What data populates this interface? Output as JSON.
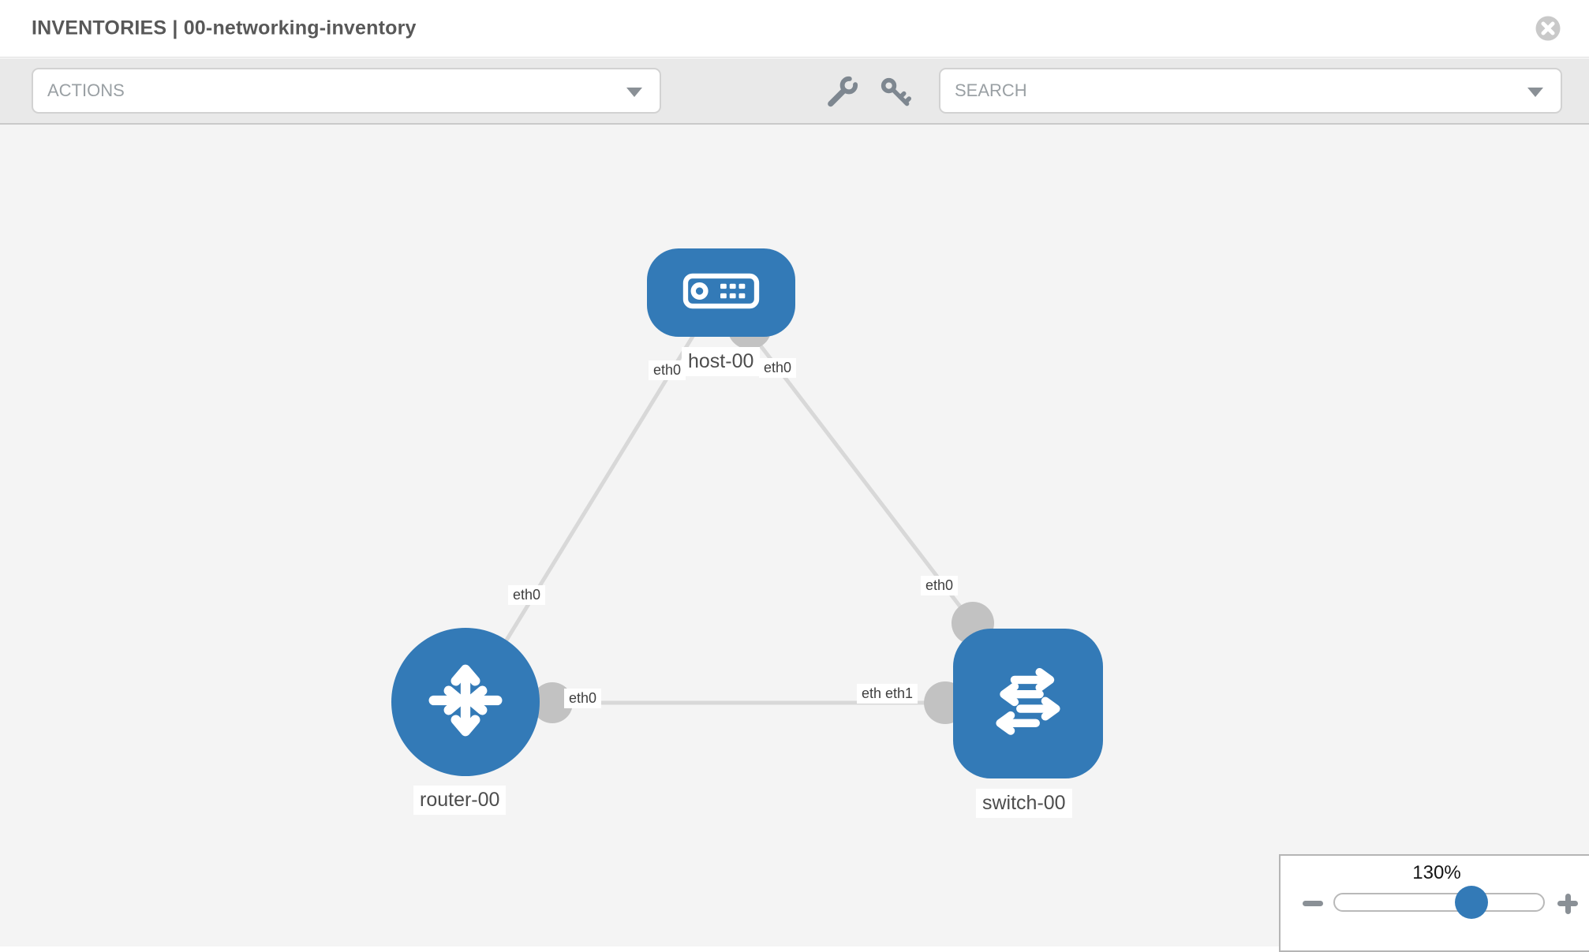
{
  "header": {
    "title": "INVENTORIES | 00-networking-inventory"
  },
  "toolbar": {
    "actions_label": "ACTIONS",
    "search_label": "SEARCH",
    "wrench_icon": "wrench",
    "key_icon": "key"
  },
  "topology": {
    "nodes": [
      {
        "id": "host-00",
        "label": "host-00",
        "type": "host",
        "shape": "rounded-rect"
      },
      {
        "id": "router-00",
        "label": "router-00",
        "type": "router",
        "shape": "circle"
      },
      {
        "id": "switch-00",
        "label": "switch-00",
        "type": "switch",
        "shape": "rounded-square"
      }
    ],
    "links": [
      {
        "from": "host-00",
        "from_interface": "eth0",
        "to": "router-00",
        "to_interface": "eth0"
      },
      {
        "from": "host-00",
        "from_interface": "eth0",
        "to": "switch-00",
        "to_interface": "eth0"
      },
      {
        "from": "router-00",
        "from_interface": "eth0",
        "to": "switch-00",
        "to_interface": "eth1"
      }
    ],
    "interface_labels": [
      {
        "text": "eth0",
        "near": "host-00 left"
      },
      {
        "text": "eth0",
        "near": "host-00 right"
      },
      {
        "text": "eth0",
        "near": "router-00 uplink"
      },
      {
        "text": "eth0",
        "near": "switch-00 uplink"
      },
      {
        "text": "eth0",
        "near": "router-00 right"
      },
      {
        "text": "eth0",
        "near": "switch-00 left (overlapped)"
      },
      {
        "text": "eth1",
        "near": "switch-00 left (on top)"
      }
    ]
  },
  "zoom_control": {
    "level": "130%",
    "zoom_out_icon": "minus",
    "zoom_in_icon": "plus"
  },
  "colors": {
    "node_blue": "#337ab7",
    "link_gray": "#d8d8d8",
    "connector_gray": "#c2c2c2",
    "canvas_bg": "#f4f4f4",
    "toolbar_bg": "#e9e9e9",
    "icon_gray": "#7e8790"
  }
}
